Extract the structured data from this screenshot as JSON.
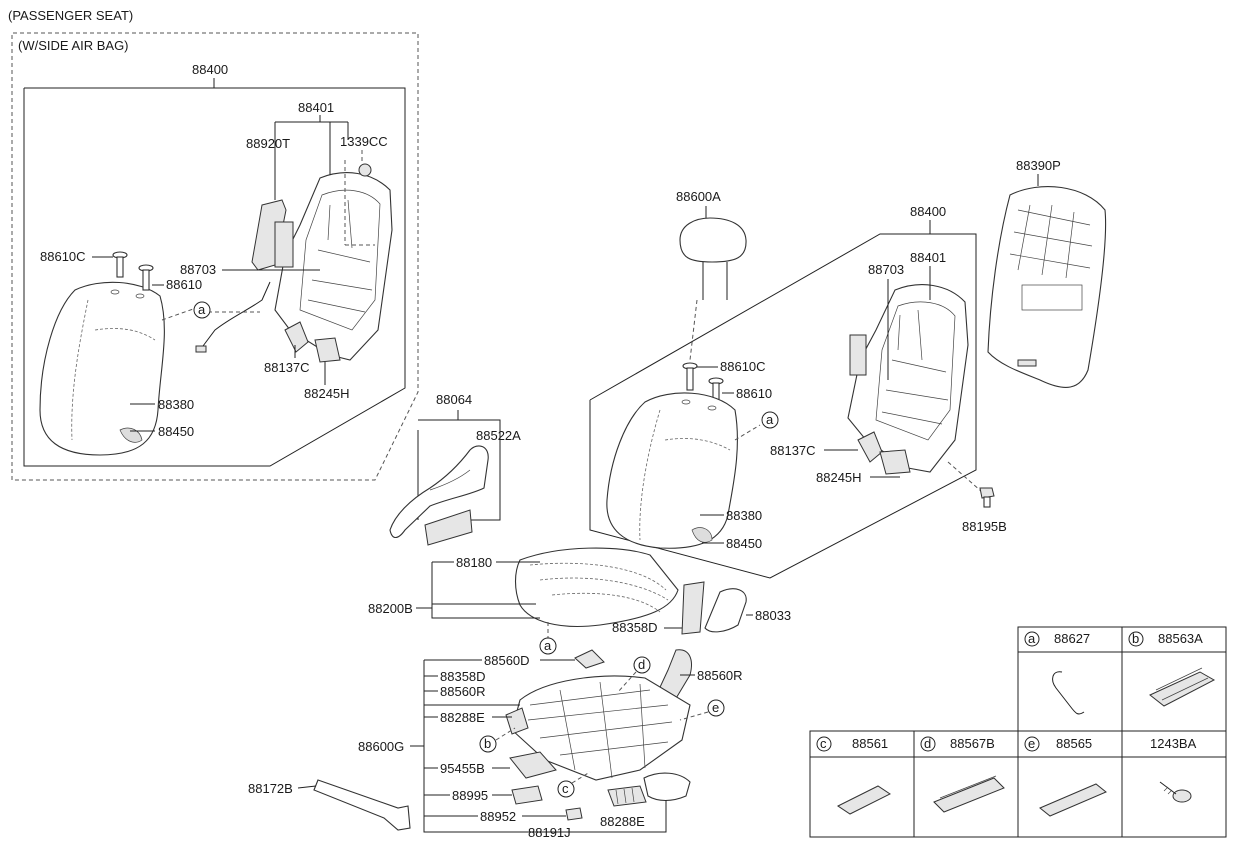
{
  "header": {
    "title": "(PASSENGER SEAT)",
    "variant": "(W/SIDE AIR BAG)"
  },
  "labels": {
    "p88400_a": "88400",
    "p88401_a": "88401",
    "p88920T": "88920T",
    "p1339CC": "1339CC",
    "p88610C_a": "88610C",
    "p88703_a": "88703",
    "p88610_a": "88610",
    "p88137C_a": "88137C",
    "p88245H_a": "88245H",
    "p88380_a": "88380",
    "p88450_a": "88450",
    "p88064": "88064",
    "p88522A": "88522A",
    "p88600A": "88600A",
    "p88400_b": "88400",
    "p88703_b": "88703",
    "p88401_b": "88401",
    "p88390P": "88390P",
    "p88610C_b": "88610C",
    "p88610_b": "88610",
    "p88137C_b": "88137C",
    "p88245H_b": "88245H",
    "p88195B": "88195B",
    "p88380_b": "88380",
    "p88450_b": "88450",
    "p88180": "88180",
    "p88200B": "88200B",
    "p88033": "88033",
    "p88358D_a": "88358D",
    "p88560D": "88560D",
    "p88358D_b": "88358D",
    "p88560R_a": "88560R",
    "p88560R_b": "88560R",
    "p88288E_a": "88288E",
    "p88600G": "88600G",
    "p95455B": "95455B",
    "p88995": "88995",
    "p88952": "88952",
    "p88288E_b": "88288E",
    "p88191J": "88191J",
    "p88172B": "88172B"
  },
  "callouts": {
    "a": "a",
    "b": "b",
    "c": "c",
    "d": "d",
    "e": "e"
  },
  "legend": {
    "top": [
      {
        "letter": "a",
        "part": "88627"
      },
      {
        "letter": "b",
        "part": "88563A"
      }
    ],
    "bottom": [
      {
        "letter": "c",
        "part": "88561"
      },
      {
        "letter": "d",
        "part": "88567B"
      },
      {
        "letter": "e",
        "part": "88565"
      },
      {
        "letter": "",
        "part": "1243BA"
      }
    ]
  }
}
